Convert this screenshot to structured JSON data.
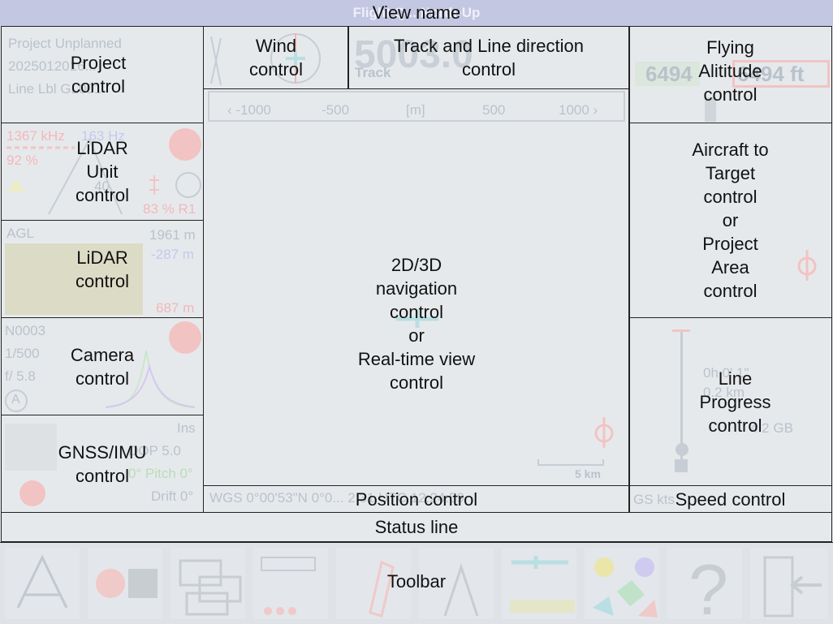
{
  "view_name": "View name",
  "ghost_title": "Flight Q... North-Up",
  "panels": {
    "project": "Project\ncontrol",
    "wind": "Wind\ncontrol",
    "track_line": "Track and Line direction\ncontrol",
    "flying_altitude": "Flying\nAlititude\ncontrol",
    "lidar_unit": "LiDAR\nUnit\ncontrol",
    "aircraft_target": "Aircraft to\nTarget\ncontrol\nor\nProject\nArea\ncontrol",
    "lidar": "LiDAR\ncontrol",
    "navigation": "2D/3D\nnavigation\ncontrol\nor\nReal-time view\ncontrol",
    "camera": "Camera\ncontrol",
    "line_progress": "Line\nProgress\ncontrol",
    "gnss_imu": "GNSS/IMU\ncontrol",
    "position": "Position control",
    "speed": "Speed control",
    "status_line": "Status line",
    "toolbar": "Toolbar"
  },
  "background": {
    "project_rows": [
      "Project   Unplanned",
      "2025012016...",
      "Line Lbl   GL001"
    ],
    "track_value": "5003.0",
    "track_label": "Track",
    "scale_ticks": [
      "‹ -1000",
      "-500",
      "[m]",
      "500",
      "1000 ›"
    ],
    "altitude_left": "6494",
    "altitude_right": "6494 ft",
    "lidar_unit_rows": [
      "1367 kHz",
      "163 Hz",
      "92 %",
      "40",
      "83 % R1"
    ],
    "lidar_rows": [
      "AGL",
      "1961 m",
      "-287 m",
      "687 m"
    ],
    "camera_rows": [
      "N0003",
      "1/500",
      "f/ 5.8",
      "A"
    ],
    "gnss_rows": [
      "Ins",
      "DOP 5.0",
      "0° Pitch 0°",
      "Drift 0°"
    ],
    "progress_rows": [
      "0h 0' 1\"",
      "0.2 km",
      "4.2 GB"
    ],
    "position_text": "WGS 0°00'53\"N 0°0...  2:31  UTC 12:24:59",
    "speed_text": "GS        kts",
    "scale_bar_label": "5 km"
  },
  "colors": {
    "title_bar": "#c3c7e2",
    "panel_border": "#222222",
    "ghost_text": "#b9c2cb"
  }
}
